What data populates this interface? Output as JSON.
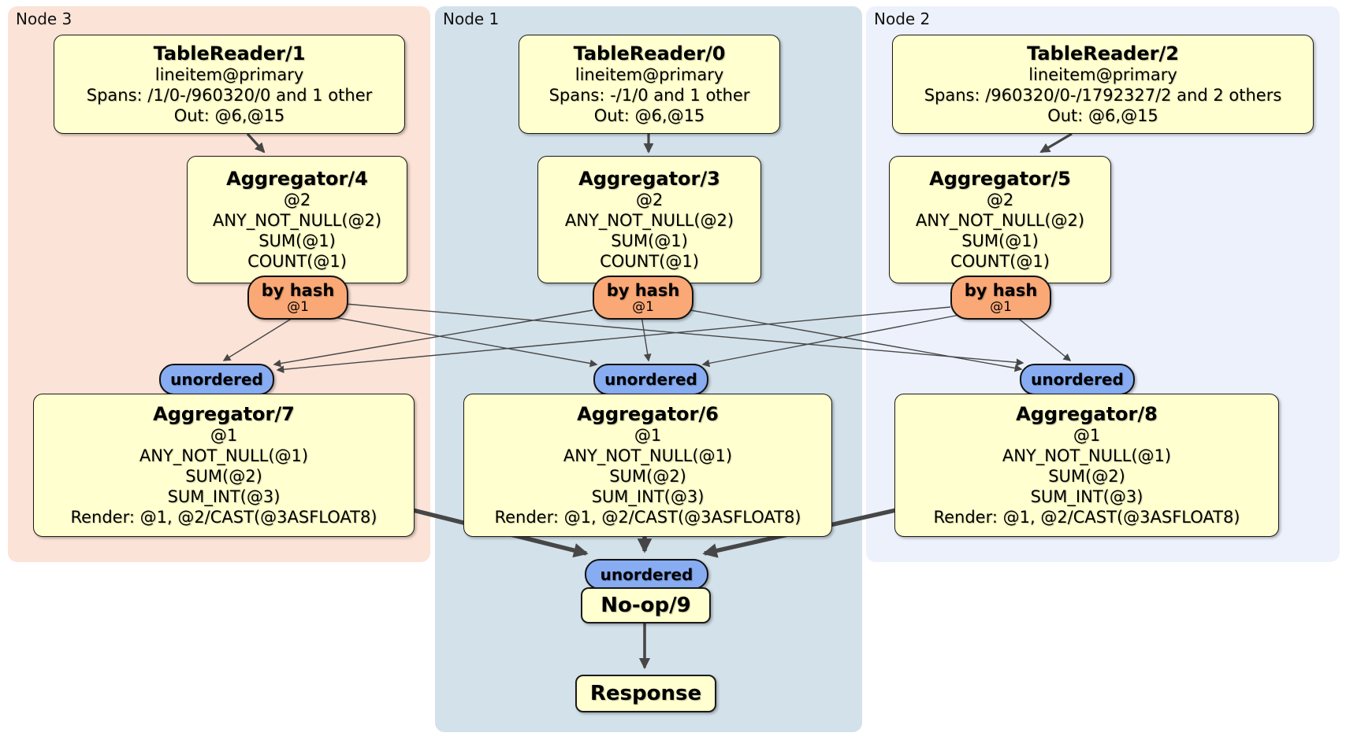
{
  "regions": [
    {
      "label": "Node 3",
      "tr": {
        "title": "TableReader/1",
        "lines": [
          "lineitem@primary",
          "Spans: /1/0-/960320/0 and 1 other",
          "Out: @6,@15"
        ]
      },
      "agg_top": {
        "title": "Aggregator/4",
        "lines": [
          "@2",
          "ANY_NOT_NULL(@2)",
          "SUM(@1)",
          "COUNT(@1)"
        ]
      },
      "by_hash": {
        "label": "by hash",
        "detail": "@1"
      },
      "router_out": "unordered",
      "agg_bottom": {
        "title": "Aggregator/7",
        "lines": [
          "@1",
          "ANY_NOT_NULL(@1)",
          "SUM(@2)",
          "SUM_INT(@3)",
          "Render: @1, @2/CAST(@3ASFLOAT8)"
        ]
      }
    },
    {
      "label": "Node 1",
      "tr": {
        "title": "TableReader/0",
        "lines": [
          "lineitem@primary",
          "Spans: -/1/0 and 1 other",
          "Out: @6,@15"
        ]
      },
      "agg_top": {
        "title": "Aggregator/3",
        "lines": [
          "@2",
          "ANY_NOT_NULL(@2)",
          "SUM(@1)",
          "COUNT(@1)"
        ]
      },
      "by_hash": {
        "label": "by hash",
        "detail": "@1"
      },
      "router_out": "unordered",
      "agg_bottom": {
        "title": "Aggregator/6",
        "lines": [
          "@1",
          "ANY_NOT_NULL(@1)",
          "SUM(@2)",
          "SUM_INT(@3)",
          "Render: @1, @2/CAST(@3ASFLOAT8)"
        ]
      }
    },
    {
      "label": "Node 2",
      "tr": {
        "title": "TableReader/2",
        "lines": [
          "lineitem@primary",
          "Spans: /960320/0-/1792327/2 and 2 others",
          "Out: @6,@15"
        ]
      },
      "agg_top": {
        "title": "Aggregator/5",
        "lines": [
          "@2",
          "ANY_NOT_NULL(@2)",
          "SUM(@1)",
          "COUNT(@1)"
        ]
      },
      "by_hash": {
        "label": "by hash",
        "detail": "@1"
      },
      "router_out": "unordered",
      "agg_bottom": {
        "title": "Aggregator/8",
        "lines": [
          "@1",
          "ANY_NOT_NULL(@1)",
          "SUM(@2)",
          "SUM_INT(@3)",
          "Render: @1, @2/CAST(@3ASFLOAT8)"
        ]
      }
    }
  ],
  "merge": {
    "stream": "unordered",
    "noop": "No-op/9",
    "response": "Response"
  },
  "colors": {
    "node3_bg": "#fce3d7",
    "node1_bg": "#d3e1ea",
    "node2_bg": "#edf1fb",
    "box_bg": "#ffffcf",
    "hash_pill": "#f9a876",
    "stream_pill": "#87acf2",
    "edge": "#474747"
  }
}
